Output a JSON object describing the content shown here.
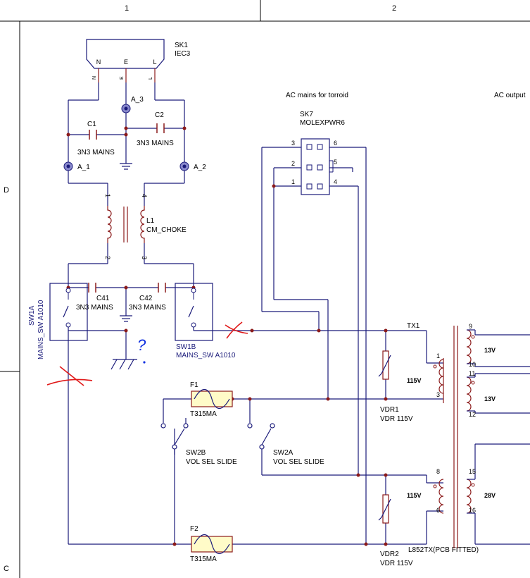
{
  "frame": {
    "columns": [
      "1",
      "2"
    ],
    "rows": [
      "D",
      "C"
    ]
  },
  "annotations": {
    "ac_mains_label": "AC mains for torroid",
    "ac_output_label": "AC output",
    "question_mark": "?"
  },
  "colors": {
    "wire": "#1a1a7a",
    "component": "#8b1a1a",
    "pin_number": "#000000",
    "fuse_fill": "#fffbc8",
    "designator_text": "#000000",
    "sw1a_text": "#1a1a7a",
    "markup_red": "#e01818",
    "markup_blue": "#1030e0",
    "grid_line": "#000000"
  },
  "components": {
    "sk1": {
      "designator": "SK1",
      "value": "IEC3",
      "pins": [
        "N",
        "E",
        "L"
      ],
      "pin_tags": [
        "N",
        "E",
        "L"
      ]
    },
    "a3": {
      "label": "A_3"
    },
    "a1": {
      "label": "A_1"
    },
    "a2": {
      "label": "A_2"
    },
    "c1": {
      "designator": "C1",
      "value": "3N3 MAINS"
    },
    "c2": {
      "designator": "C2",
      "value": "3N3 MAINS"
    },
    "l1": {
      "designator": "L1",
      "value": "CM_CHOKE",
      "pins": [
        "1",
        "4",
        "2",
        "3"
      ]
    },
    "c41": {
      "designator": "C41",
      "value": "3N3 MAINS"
    },
    "c42": {
      "designator": "C42",
      "value": "3N3 MAINS"
    },
    "sw1a": {
      "designator": "SW1A",
      "value": "MAINS_SW A1010"
    },
    "sw1b": {
      "designator": "SW1B",
      "value": "MAINS_SW A1010"
    },
    "sk7": {
      "designator": "SK7",
      "value": "MOLEXPWR6",
      "pins": [
        "3",
        "6",
        "2",
        "5",
        "1",
        "4"
      ]
    },
    "f1": {
      "designator": "F1",
      "value": "T315MA"
    },
    "f2": {
      "designator": "F2",
      "value": "T315MA"
    },
    "sw2b": {
      "designator": "SW2B",
      "value": "VOL SEL SLIDE"
    },
    "sw2a": {
      "designator": "SW2A",
      "value": "VOL SEL SLIDE"
    },
    "vdr1": {
      "designator": "VDR1",
      "value": "VDR 115V"
    },
    "vdr2": {
      "designator": "VDR2",
      "value": "VDR 115V"
    },
    "tx1": {
      "designator": "TX1",
      "value": "L852TX(PCB FITTED)",
      "primary_pins": [
        "1",
        "3",
        "8",
        "6"
      ],
      "secondary_pins": [
        "9",
        "10",
        "11",
        "12",
        "15",
        "16"
      ],
      "primary_voltages": [
        "115V",
        "115V"
      ],
      "secondary_voltages": [
        "13V",
        "13V",
        "28V"
      ]
    }
  }
}
